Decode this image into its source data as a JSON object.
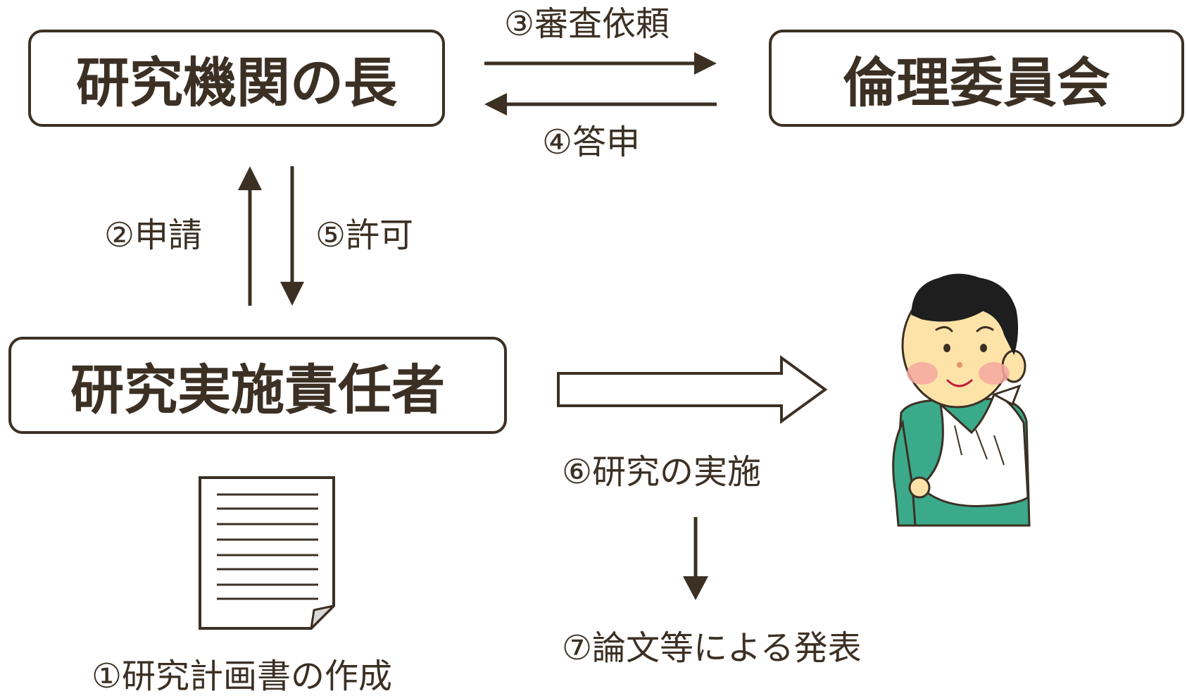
{
  "nodes": {
    "head": "研究機関の長",
    "ethics": "倫理委員会",
    "pi": "研究実施責任者"
  },
  "steps": {
    "s1": "①研究計画書の作成",
    "s2": "②申請",
    "s3": "③審査依頼",
    "s4": "④答申",
    "s5": "⑤許可",
    "s6": "⑥研究の実施",
    "s7": "⑦論文等による発表"
  },
  "colors": {
    "ink": "#3c3024",
    "skin": "#fde3a8",
    "cheek": "#f5a8a0",
    "shirt": "#3aaa8a",
    "hair": "#1e1e1e",
    "sling": "#ffffff"
  },
  "icons": [
    "document-icon",
    "injured-person-illustration"
  ]
}
